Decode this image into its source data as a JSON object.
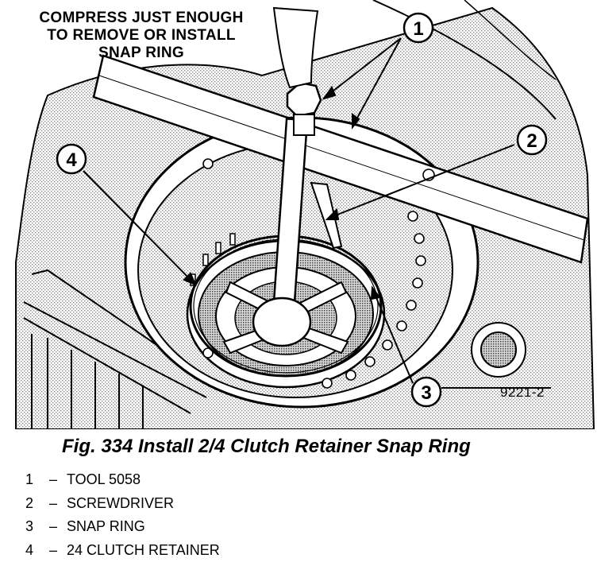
{
  "note": {
    "line1": "COMPRESS JUST ENOUGH",
    "line2": "TO REMOVE OR INSTALL",
    "line3": "SNAP RING"
  },
  "callouts": [
    "1",
    "2",
    "3",
    "4"
  ],
  "figure_number": "9221-2",
  "caption": "Fig. 334 Install 2/4 Clutch Retainer Snap Ring",
  "legend": [
    {
      "number": "1",
      "dash": "–",
      "label": "TOOL 5058"
    },
    {
      "number": "2",
      "dash": "–",
      "label": "SCREWDRIVER"
    },
    {
      "number": "3",
      "dash": "–",
      "label": "SNAP RING"
    },
    {
      "number": "4",
      "dash": "–",
      "label": "24 CLUTCH RETAINER"
    }
  ]
}
